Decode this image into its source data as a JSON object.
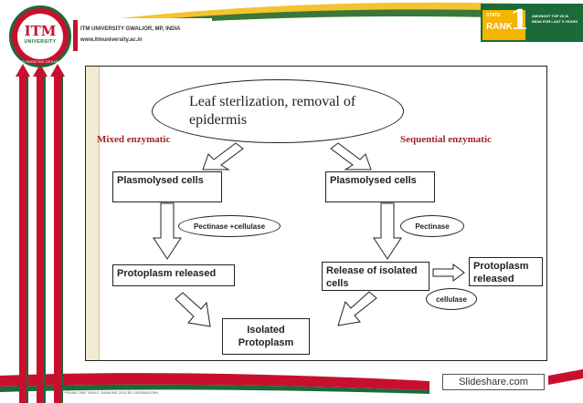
{
  "header": {
    "logo": {
      "title": "ITM",
      "subtitle": "UNIVERSITY",
      "caption": "CELEBRATING DREAMS"
    },
    "university_name": "ITM UNIVERSITY GWALIOR, MP, INDIA",
    "url": "www.itmuniversity.ac.in",
    "rank_badge": {
      "state": "STATE",
      "rank": "RANK",
      "number": "1",
      "text": "AMONGST TOP 20 IN INDIA FOR LAST 5 YEARS",
      "color": "#f4b400"
    }
  },
  "diagram": {
    "top_node": "Leaf sterlization, removal of epidermis",
    "branch_left_label": "Mixed enzymatic",
    "branch_right_label": "Sequential enzymatic",
    "left": {
      "step1": "Plasmolysed cells",
      "enzyme": "Pectinase +cellulase",
      "step2": "Protoplasm released"
    },
    "right": {
      "step1": "Plasmolysed cells",
      "enzyme1": "Pectinase",
      "step2": "Release of isolated cells",
      "enzyme2": "cellulase",
      "step3": "Protoplasm released"
    },
    "result": "Isolated Protoplasm",
    "branch_label_color": "#a02525"
  },
  "footer": {
    "footnote": "**RANK ONE\" ENGG. RANKING 2013 BY JAGRANJOSH",
    "watermark": "Slideshare.com"
  }
}
